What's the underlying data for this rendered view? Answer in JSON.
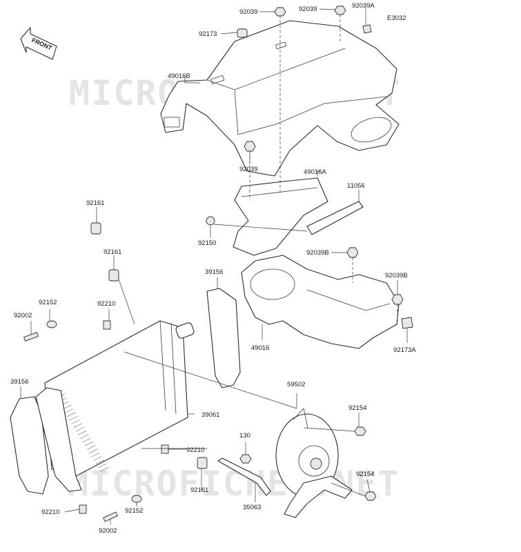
{
  "diagram_code": "E3032",
  "watermark": "MICROFICHES.NET",
  "direction_arrow": "FRONT",
  "labels": {
    "p92039_a": "92039",
    "p92039_b": "92039",
    "p92039A": "92039A",
    "p92173": "92173",
    "p49016B": "49016B",
    "p92039_c": "92039",
    "p49016A": "49016A",
    "p11056": "11056",
    "p92150": "92150",
    "p92039B_a": "92039B",
    "p92039B_b": "92039B",
    "p92161_a": "92161",
    "p92161_b": "92161",
    "p92161_c": "92161",
    "p39156_a": "39156",
    "p39156_b": "39156",
    "p92152_a": "92152",
    "p92152_b": "92152",
    "p92210_a": "92210",
    "p92210_b": "92210",
    "p92210_c": "92210",
    "p92002_a": "92002",
    "p92002_b": "92002",
    "p49016": "49016",
    "p92173A": "92173A",
    "p59502": "59502",
    "p39061": "39061",
    "p92154_a": "92154",
    "p92154_b": "92154",
    "p130": "130",
    "p35063": "35063"
  }
}
